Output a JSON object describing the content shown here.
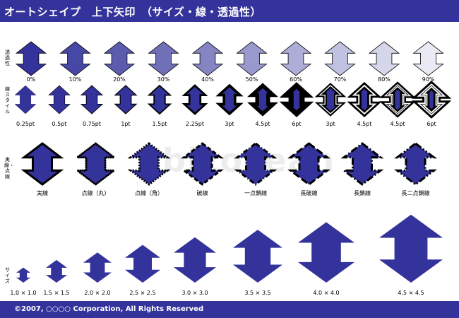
{
  "header": {
    "title": "オートシェイプ　上下矢印　（サイズ・線・透過性）"
  },
  "footer": {
    "copyright": "©2007, ○○○○ Corporation, All Rights Reserved"
  },
  "colors": {
    "band": "#33339b",
    "arrow": "#33339b",
    "stroke": "#000000"
  },
  "row_labels": {
    "transparency": "透過性",
    "line_style": "線スタイル",
    "dash": "実線・点線",
    "size": "サイズ"
  },
  "transparency": {
    "captions": [
      "0%",
      "10%",
      "20%",
      "30%",
      "40%",
      "50%",
      "60%",
      "70%",
      "80%",
      "90%"
    ],
    "values": [
      0,
      10,
      20,
      30,
      40,
      50,
      60,
      70,
      80,
      90
    ]
  },
  "line_style": {
    "captions": [
      "0.25pt",
      "0.5pt",
      "0.75pt",
      "1pt",
      "1.5pt",
      "2.25pt",
      "3pt",
      "4.5pt",
      "6pt",
      "3pt",
      "4.5pt",
      "4.5pt",
      "6pt"
    ],
    "widths": [
      0.25,
      0.5,
      0.75,
      1,
      1.5,
      2.25,
      3,
      4.5,
      6,
      3,
      4.5,
      4.5,
      6
    ],
    "kinds": [
      "single",
      "single",
      "single",
      "single",
      "single",
      "single",
      "single",
      "single",
      "single",
      "double",
      "double",
      "triple",
      "triple"
    ]
  },
  "dash": {
    "captions": [
      "実線",
      "点線（丸）",
      "点線（角）",
      "破線",
      "一点鎖線",
      "長破線",
      "長鎖線",
      "長二点鎖線"
    ],
    "kinds": [
      "solid",
      "round-dot",
      "square-dot",
      "dash",
      "dash-dot",
      "long-dash",
      "long-dash-dot",
      "long-dash-dot-dot"
    ]
  },
  "size": {
    "captions": [
      "1.0 × 1.0",
      "1.5 × 1.5",
      "2.0 × 2.0",
      "2.5 × 2.5",
      "3.0 × 3.0",
      "3.5 × 3.5",
      "4.0 × 4.0",
      "4.5 × 4.5"
    ],
    "scales": [
      1.0,
      1.5,
      2.0,
      2.5,
      3.0,
      3.5,
      4.0,
      4.5
    ]
  },
  "watermark": "bizocean"
}
